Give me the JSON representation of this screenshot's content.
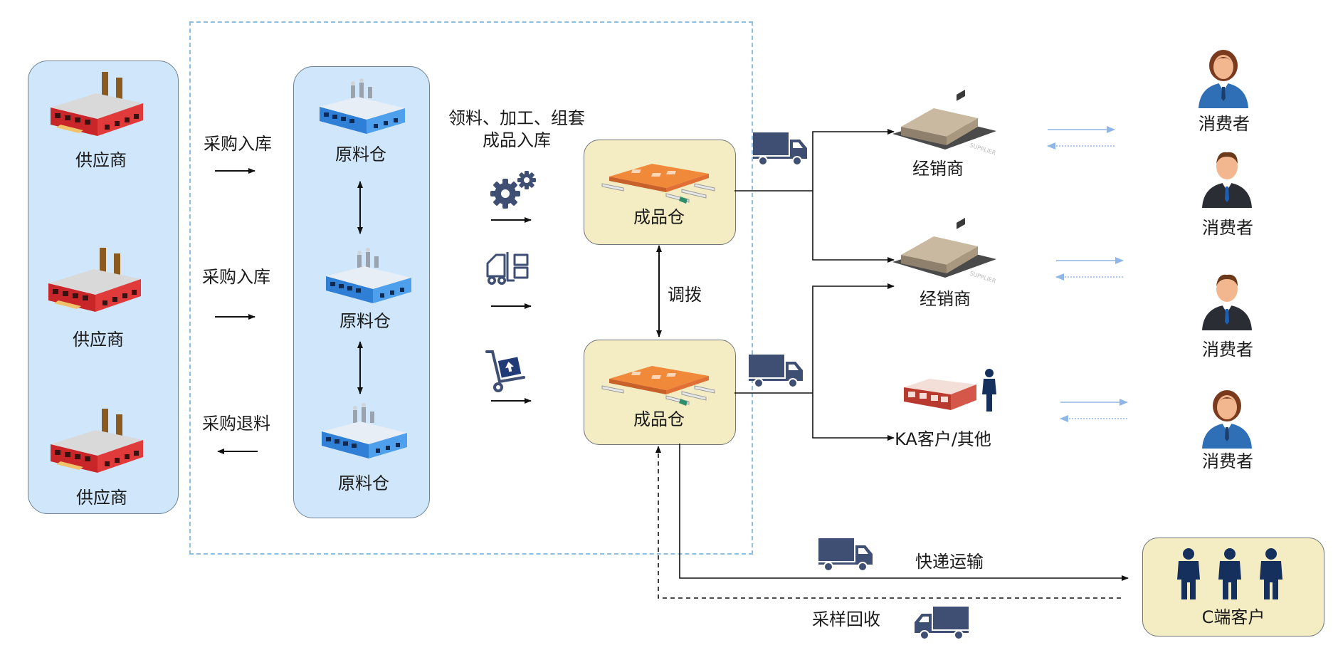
{
  "suppliers": [
    "供应商",
    "供应商",
    "供应商"
  ],
  "purchase_labels": [
    "采购入库",
    "采购入库",
    "采购退料"
  ],
  "raw_warehouses": [
    "原料仓",
    "原料仓",
    "原料仓"
  ],
  "process_label": [
    "领料、加工、组套",
    "成品入库"
  ],
  "finished_warehouses": [
    "成品仓",
    "成品仓"
  ],
  "transfer_label": "调拨",
  "distributors": [
    "经销商",
    "经销商"
  ],
  "ka_label": "KA客户/其他",
  "consumers": [
    "消费者",
    "消费者",
    "消费者",
    "消费者"
  ],
  "express_label": "快递运输",
  "sample_label": "采样回收",
  "c_customer_label": "C端客户",
  "supplier_sign_text": "SUPPLIER",
  "colors": {
    "panel_blue": "#cfe6fb",
    "panel_tan": "#f4ecc3",
    "dashed_border": "#8fbfe0",
    "icon_navy": "#3e4f73",
    "light_arrow": "#8fb6e6"
  }
}
